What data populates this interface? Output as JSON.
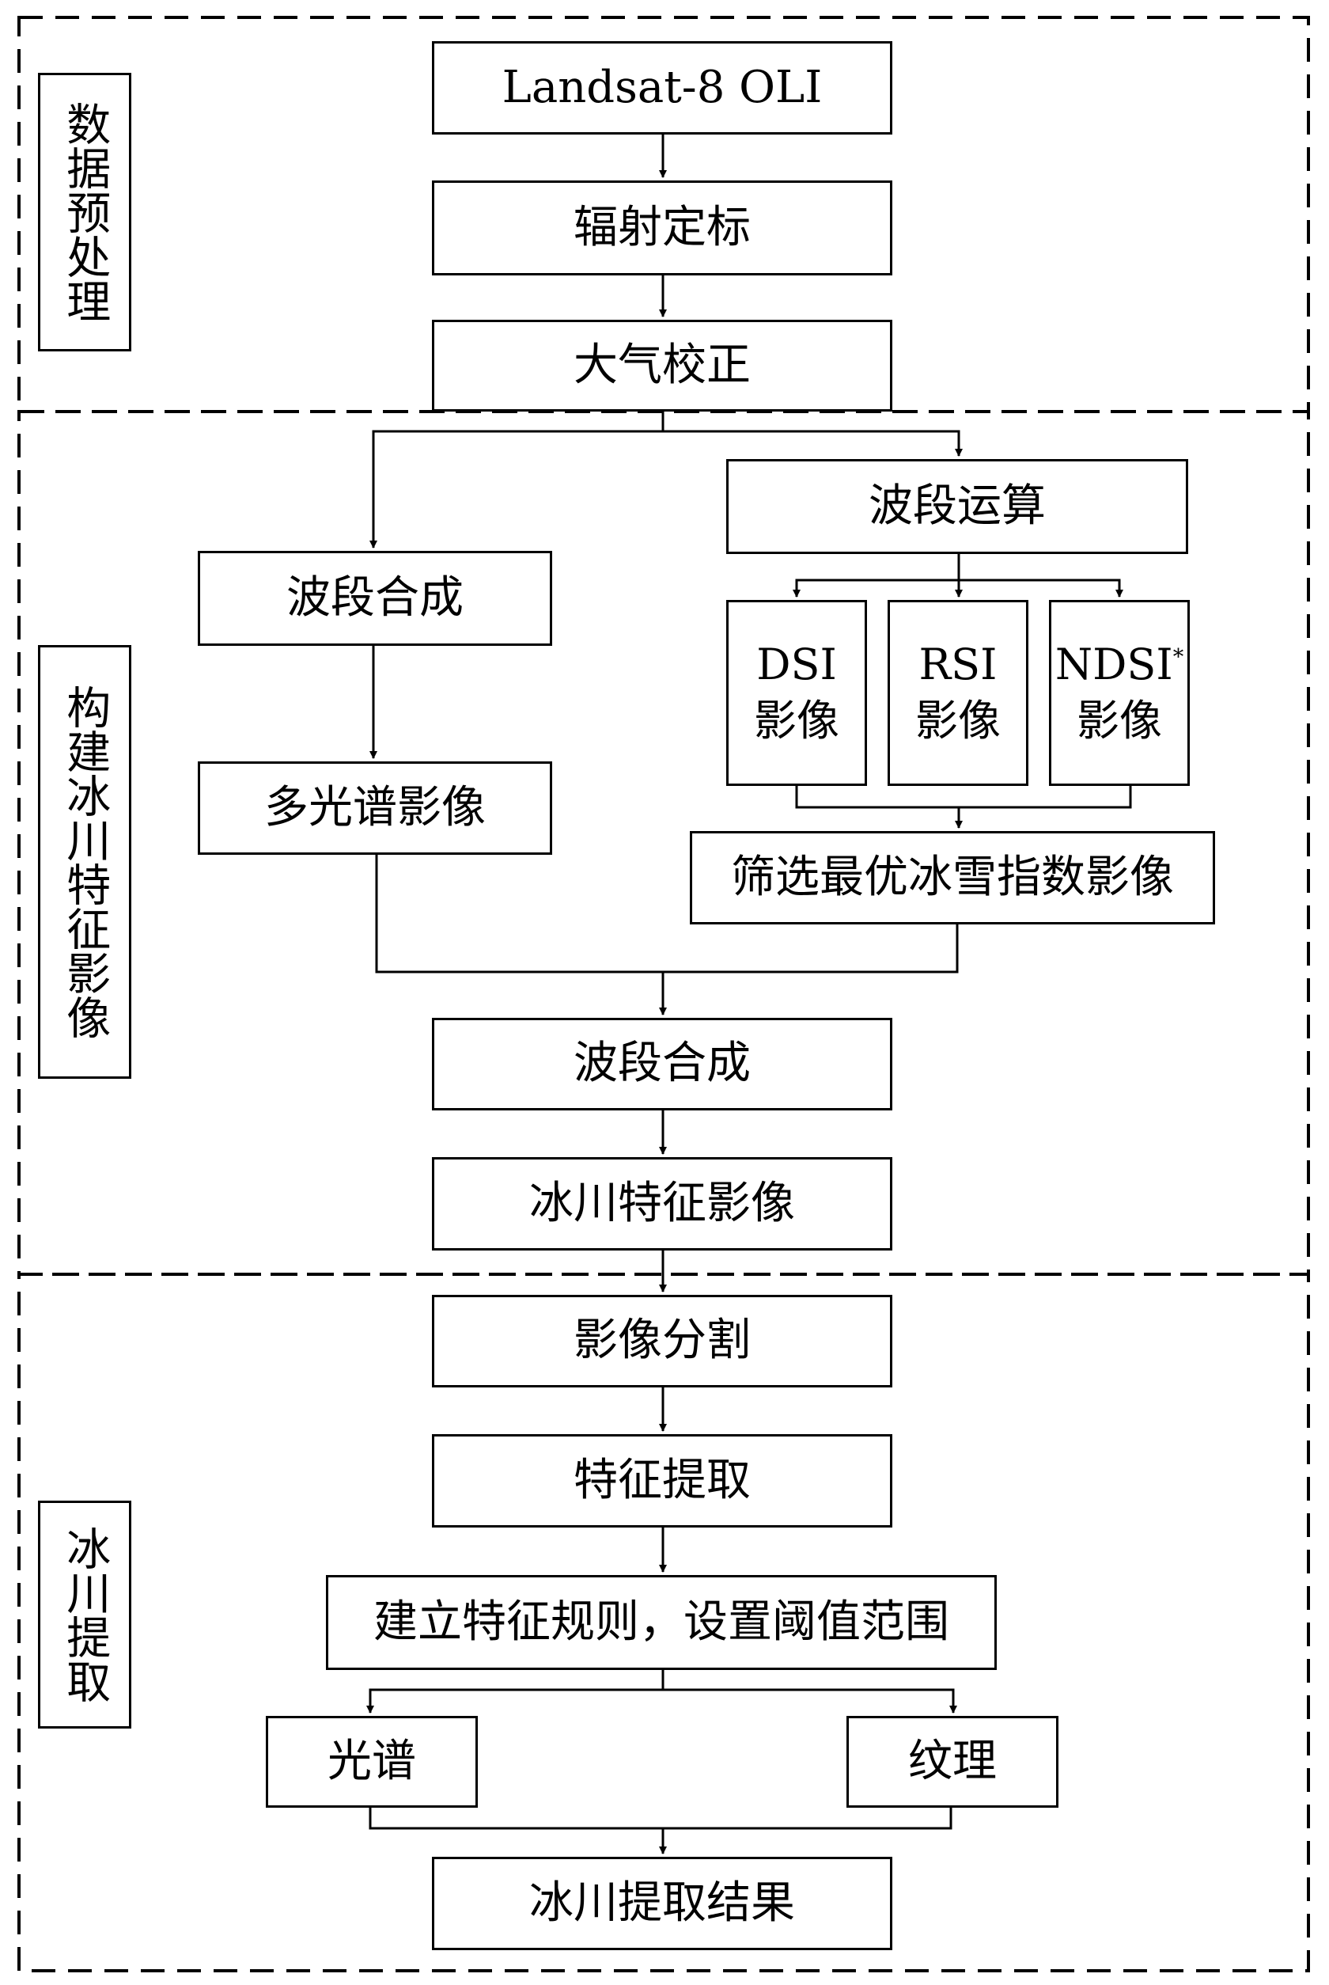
{
  "sections": [
    {
      "label": "数据预处理"
    },
    {
      "label": "构建冰川特征影像"
    },
    {
      "label": "冰川提取"
    }
  ],
  "nodes": {
    "landsat": "Landsat-8 OLI",
    "calibration": "辐射定标",
    "atm_correction": "大气校正",
    "band_math": "波段运算",
    "band_composite_1": "波段合成",
    "multispectral": "多光谱影像",
    "dsi_name": "DSI",
    "dsi_sub": "影像",
    "rsi_name": "RSI",
    "rsi_sub": "影像",
    "ndsi_name": "NDSI",
    "ndsi_sup": "*",
    "ndsi_sub": "影像",
    "select_best": "筛选最优冰雪指数影像",
    "band_composite_2": "波段合成",
    "glacier_feature": "冰川特征影像",
    "segmentation": "影像分割",
    "feature_extraction": "特征提取",
    "rules": "建立特征规则，设置阈值范围",
    "spectral": "光谱",
    "texture": "纹理",
    "result": "冰川提取结果"
  }
}
